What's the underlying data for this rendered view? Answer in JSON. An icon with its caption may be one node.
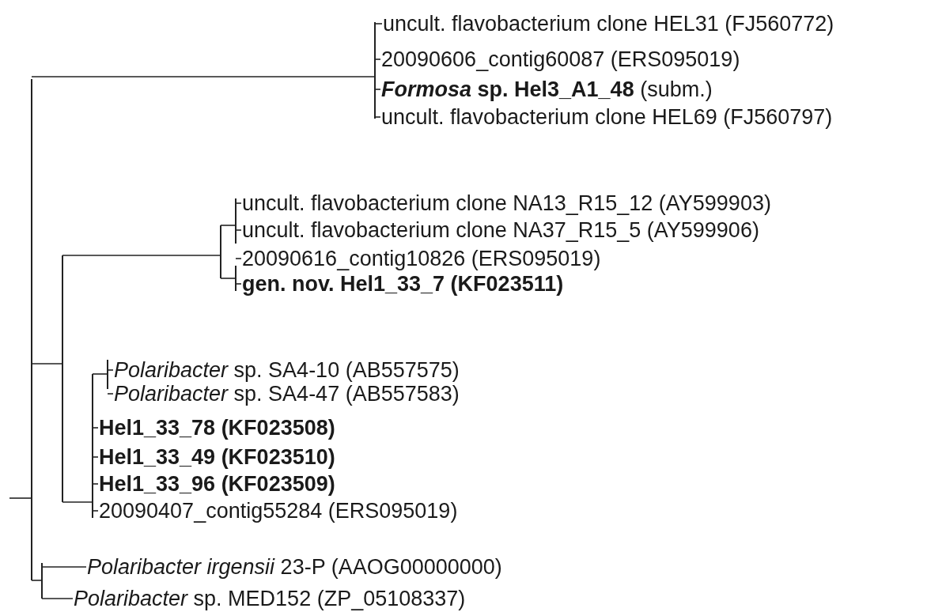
{
  "diagram": {
    "nodes": [
      {
        "text": [],
        "shape": "bar"
      },
      {
        "text": [],
        "shape": "bar"
      },
      {
        "text": [
          "uncult. flavobacterium clone HEL31 (FJ560772)"
        ]
      },
      {
        "text": [
          "20090606_contig60087 (ERS095019)"
        ]
      },
      {
        "text": [
          "***Formosa* sp. Hel3_A1_48** (subm.)"
        ]
      },
      {
        "text": [
          "uncult. flavobacterium clone HEL69 (FJ560797)"
        ]
      },
      {
        "text": [],
        "shape": "bar"
      },
      {
        "text": [],
        "shape": "bar"
      },
      {
        "text": [],
        "shape": "bar"
      },
      {
        "text": [
          "uncult. flavobacterium clone NA13_R15_12 (AY599903)"
        ]
      },
      {
        "text": [
          "uncult. flavobacterium clone NA37_R15_5 (AY599906)"
        ]
      },
      {
        "text": [],
        "shape": "bar"
      },
      {
        "text": [
          "20090616_contig10826 (ERS095019)"
        ]
      },
      {
        "text": [
          "gen. nov. Hel1_33_7 (KF023511)"
        ]
      },
      {
        "text": [],
        "shape": "bar"
      },
      {
        "text": [],
        "shape": "bar"
      },
      {
        "text": [
          "*Polaribacter* sp. SA4-10 (AB557575)"
        ]
      },
      {
        "text": [
          "*Polaribacter* sp. SA4-47 (AB557583)"
        ]
      },
      {
        "text": [
          "Hel1_33_78 (KF023508)"
        ]
      },
      {
        "text": [
          "Hel1_33_49 (KF023510)"
        ]
      },
      {
        "text": [
          "Hel1_33_96 (KF023509)"
        ]
      },
      {
        "text": [
          "20090407_contig55284 (ERS095019)"
        ]
      },
      {
        "text": [],
        "shape": "bar"
      },
      {
        "text": [
          "*Polaribacter irgensii* 23-P (AAOG00000000)"
        ]
      },
      {
        "text": [
          "*Polaribacter* sp. MED152 (ZP_05108337)"
        ]
      }
    ],
    "edges": [
      {
        "from": null,
        "to": 0,
        "arrow": "none"
      },
      {
        "from": 0,
        "to": 1,
        "arrow": "none"
      },
      {
        "from": 1,
        "to": 2,
        "arrow": "none"
      },
      {
        "from": 1,
        "to": 3,
        "arrow": "none"
      },
      {
        "from": 1,
        "to": 4,
        "arrow": "none"
      },
      {
        "from": 1,
        "to": 5,
        "arrow": "none"
      },
      {
        "from": 0,
        "to": 6,
        "arrow": "none"
      },
      {
        "from": 6,
        "to": 7,
        "arrow": "none"
      },
      {
        "from": 7,
        "to": 8,
        "arrow": "none"
      },
      {
        "from": 8,
        "to": 9,
        "arrow": "none"
      },
      {
        "from": 8,
        "to": 10,
        "arrow": "none"
      },
      {
        "from": 7,
        "to": 11,
        "arrow": "none"
      },
      {
        "from": 11,
        "to": 12,
        "arrow": "none"
      },
      {
        "from": 11,
        "to": 13,
        "arrow": "none"
      },
      {
        "from": 6,
        "to": 14,
        "arrow": "none"
      },
      {
        "from": 14,
        "to": 15,
        "arrow": "none"
      },
      {
        "from": 15,
        "to": 16,
        "arrow": "none"
      },
      {
        "from": 15,
        "to": 17,
        "arrow": "none"
      },
      {
        "from": 14,
        "to": 18,
        "arrow": "none"
      },
      {
        "from": 14,
        "to": 19,
        "arrow": "none"
      },
      {
        "from": 14,
        "to": 20,
        "arrow": "none"
      },
      {
        "from": 14,
        "to": 21,
        "arrow": "none"
      },
      {
        "from": 0,
        "to": 22,
        "arrow": "none"
      },
      {
        "from": 22,
        "to": 23,
        "arrow": "none"
      },
      {
        "from": 22,
        "to": 24,
        "arrow": "none"
      }
    ]
  }
}
